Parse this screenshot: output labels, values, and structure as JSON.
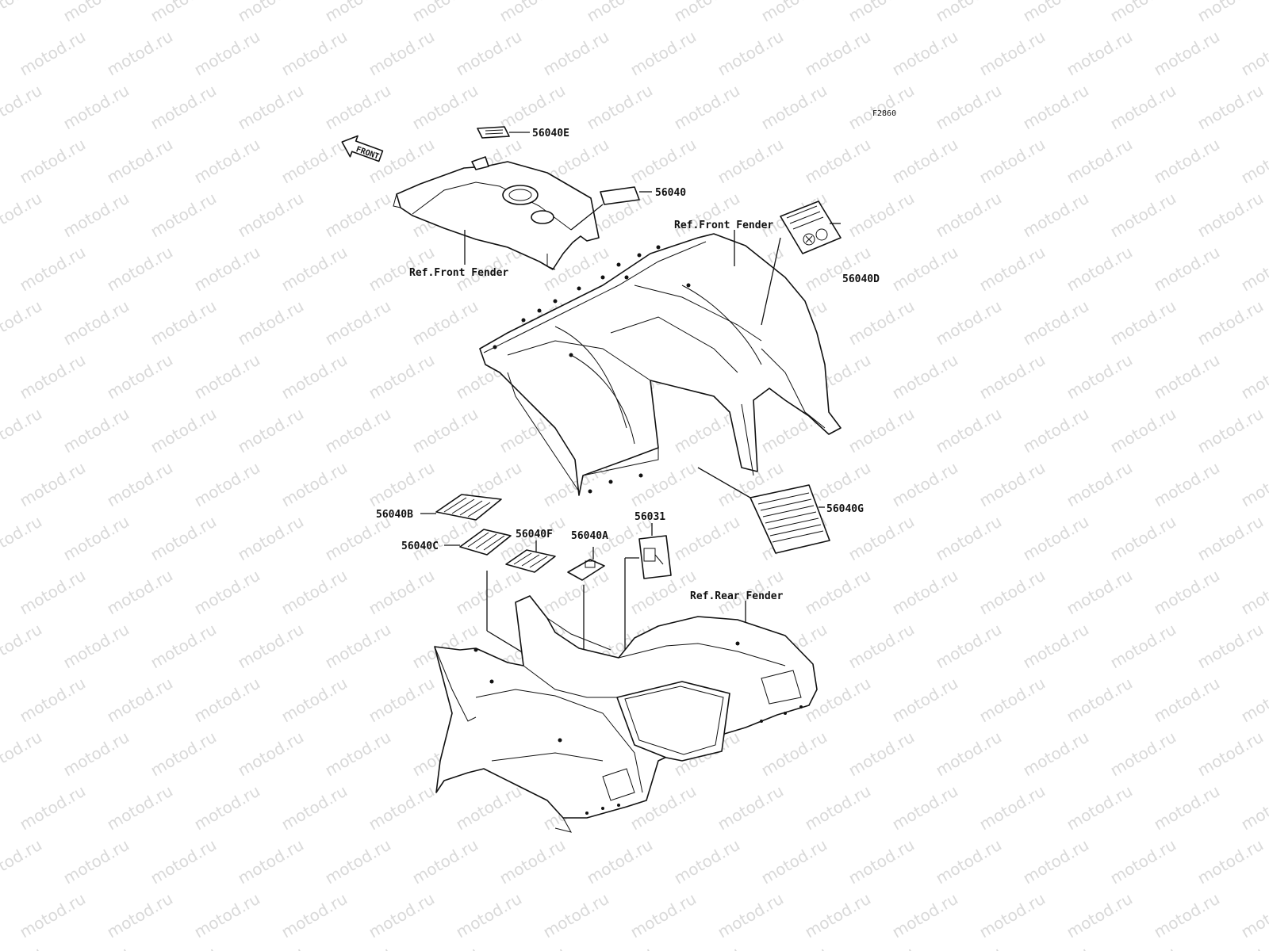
{
  "watermark": "motod.ru",
  "figure_code": "F2860",
  "front_marker": "FRONT",
  "labels": {
    "p56040E": "56040E",
    "p56040": "56040",
    "p56040D": "56040D",
    "p56040G": "56040G",
    "p56040B": "56040B",
    "p56040C": "56040C",
    "p56040F": "56040F",
    "p56040A": "56040A",
    "p56031": "56031",
    "ref_front_fender_1": "Ref.Front Fender",
    "ref_front_fender_2": "Ref.Front Fender",
    "ref_rear_fender": "Ref.Rear Fender"
  }
}
